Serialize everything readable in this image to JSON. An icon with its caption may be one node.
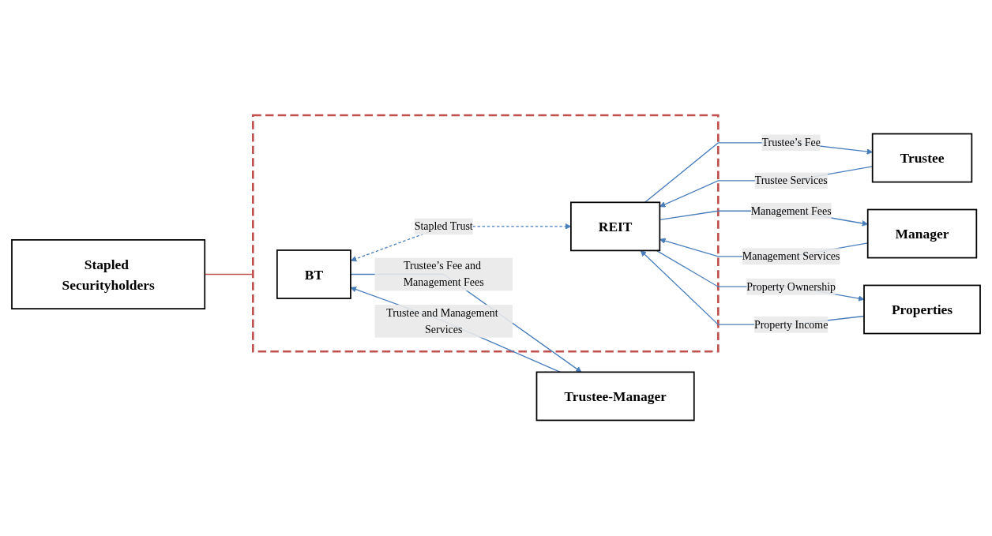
{
  "diagram": {
    "nodes": [
      {
        "text": [
          "Stapled Securityholders"
        ]
      },
      {
        "text": [
          "Trustee-Manager"
        ]
      },
      {
        "text": [],
        "shape": "box"
      },
      {
        "text": [
          "BT"
        ],
        "in": 2
      },
      {
        "text": [
          "REIT"
        ],
        "in": 2
      },
      {
        "text": [
          "Trustee"
        ]
      },
      {
        "text": [
          "Manager"
        ]
      },
      {
        "text": [
          "Properties"
        ]
      }
    ],
    "edges": [
      {
        "from": 0,
        "to": 2,
        "arrow": "none",
        "color": "#c0504d"
      },
      {
        "from": 3,
        "to": 1,
        "arrow": "to",
        "label": "Trustee’s Fee and Management Fees"
      },
      {
        "from": 1,
        "to": 3,
        "arrow": "to",
        "label": "Trustee and Management Services"
      },
      {
        "from": 3,
        "to": 4,
        "arrow": "both",
        "style": "dashed",
        "label": "Stapled Trust"
      },
      {
        "from": 5,
        "to": 4,
        "arrow": "to",
        "label": "Trustee Services"
      },
      {
        "from": 4,
        "to": 5,
        "arrow": "to",
        "label": "Trustee’s Fee"
      },
      {
        "from": 6,
        "to": 4,
        "arrow": "to",
        "label": "Management Services"
      },
      {
        "from": 4,
        "to": 6,
        "arrow": "to",
        "label": "Management Fees"
      },
      {
        "from": 4,
        "to": 7,
        "arrow": "to",
        "label": "Property Ownership"
      },
      {
        "from": 7,
        "to": 4,
        "arrow": "to",
        "label": "Property Income"
      }
    ]
  }
}
